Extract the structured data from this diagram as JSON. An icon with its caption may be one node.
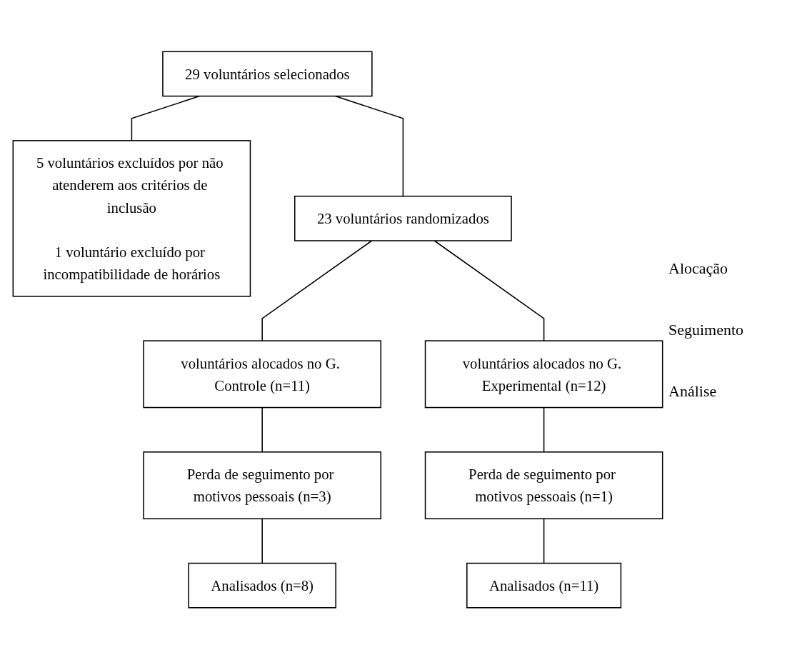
{
  "diagram": {
    "nodes": [
      {
        "text": [
          "29 voluntários selecionados"
        ]
      },
      {
        "text": [
          "5 voluntários excluídos por não atenderem aos critérios de inclusão",
          "1 voluntário excluído por incompatibilidade de horários"
        ]
      },
      {
        "text": [
          "23 voluntários randomizados"
        ]
      },
      {
        "text": [
          "voluntários alocados no G. Controle (n=11)"
        ]
      },
      {
        "text": [
          "voluntários alocados no G. Experimental (n=12)"
        ]
      },
      {
        "text": [
          "Perda de seguimento por motivos pessoais (n=3)"
        ]
      },
      {
        "text": [
          "Perda de seguimento por motivos pessoais (n=1)"
        ]
      },
      {
        "text": [
          "Analisados (n=8)"
        ]
      },
      {
        "text": [
          "Analisados (n=11)"
        ]
      }
    ],
    "edges": [
      {
        "from": 0,
        "to": 2,
        "arrow": "none"
      },
      {
        "from": 0,
        "to": 1,
        "arrow": "none"
      },
      {
        "from": 2,
        "to": 3,
        "arrow": "none"
      },
      {
        "from": 2,
        "to": 4,
        "arrow": "none"
      },
      {
        "from": 3,
        "to": 5,
        "arrow": "none"
      },
      {
        "from": 4,
        "to": 6,
        "arrow": "none"
      },
      {
        "from": 5,
        "to": 7,
        "arrow": "none"
      },
      {
        "from": 6,
        "to": 8,
        "arrow": "none"
      }
    ],
    "labels": [
      "Alocação",
      "Seguimento",
      "Análise"
    ]
  }
}
